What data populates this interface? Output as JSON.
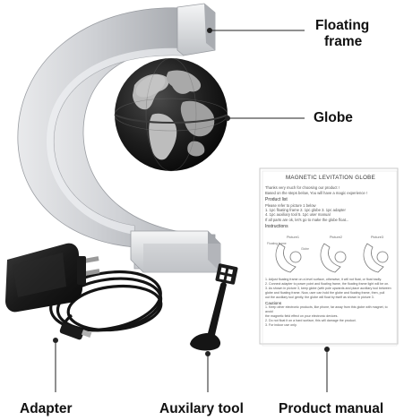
{
  "labels": {
    "floating_frame_line1": "Floating",
    "floating_frame_line2": "frame",
    "globe": "Globe",
    "adapter": "Adapter",
    "auxiliary_tool": "Auxilary tool",
    "product_manual": "Product manual"
  },
  "manual": {
    "title": "MAGNETIC LEVITATION GLOBE",
    "intro_1": "Thanks very much for choosing our product !",
    "intro_2": "Based on the steps below, You will have a magic experience !",
    "product_list_heading": "Product list",
    "product_list_1": "Please refer to picture 1 below",
    "product_list_2": "1. 1pc floating frame      2. 1pc globe      3. 1pc adapter",
    "product_list_3": "4. 1pc auxiliary tool      5. 1pc user manual",
    "product_list_4": "If all parts are ok, let's go to make the globe float...",
    "instructions_heading": "Instructions",
    "fig_labels": [
      "Picture1",
      "Picture2",
      "Picture3"
    ],
    "fig_sub_1": "Floating frame",
    "fig_sub_2": "Globe",
    "step_1": "1. Adjust floating frame on a level surface, otherwise, it will not float, or float badly.",
    "step_2": "2. Connect adapter to power point and floating frame, the floating frame light will be on.",
    "step_3a": "3. As shown in picture 3, keep globe (with pole upwards and place auxiliary tool between",
    "step_3b": "globe and floating frame. Now, user can hold the globe and floating frame, then, pull",
    "step_3c": "out the auxiliary tool gently, the globe will float by itself as shown in picture 3.",
    "cautions_heading": "Cautions",
    "caution_1": "1. Keep other electronic products, like phone, far away from this globe with magnet, to avoid",
    "caution_2": "the magnetic field effect on your electronic devices.",
    "caution_3": "2. Do not float it on a hard surface, this will damage the product.",
    "caution_4": "3. For indoor use only."
  },
  "colors": {
    "frame_silver": "#c9cbcf",
    "globe_dark": "#1a1a1a",
    "globe_silver": "#a8a8a8",
    "adapter_black": "#161616",
    "text": "#111111"
  }
}
